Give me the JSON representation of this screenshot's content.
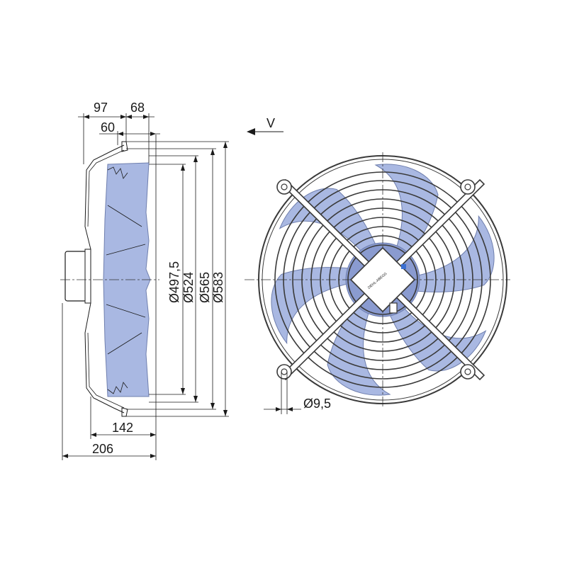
{
  "side_view": {
    "dim_97": "97",
    "dim_68": "68",
    "dim_60": "60",
    "dim_142": "142",
    "dim_206": "206",
    "dia_4975": "Ø497,5",
    "dia_524": "Ø524",
    "dia_565": "Ø565",
    "dia_583": "Ø583"
  },
  "front_view": {
    "view_label": "V",
    "hole_dia": "Ø9,5",
    "brand": "ZIEHL-ABEGG"
  },
  "colors": {
    "blade": "#a9b8e2",
    "line": "#1a1a1a"
  }
}
